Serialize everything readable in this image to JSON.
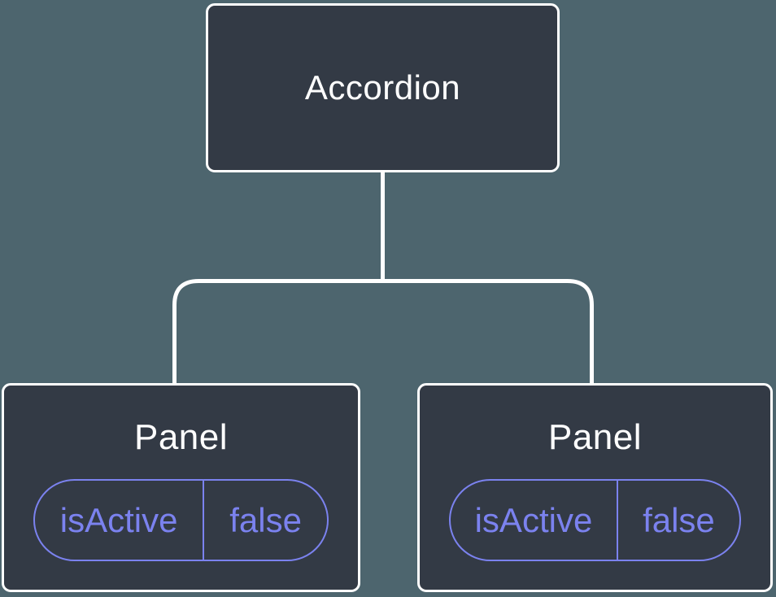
{
  "diagram": {
    "type": "component-tree",
    "root": {
      "label": "Accordion"
    },
    "children": [
      {
        "label": "Panel",
        "state": {
          "key": "isActive",
          "value": "false"
        }
      },
      {
        "label": "Panel",
        "state": {
          "key": "isActive",
          "value": "false"
        }
      }
    ]
  },
  "colors": {
    "background": "#4d656e",
    "node_fill": "#333a45",
    "node_border": "#ffffff",
    "node_text": "#ffffff",
    "state_accent": "#7b82ef",
    "connector": "#ffffff"
  }
}
